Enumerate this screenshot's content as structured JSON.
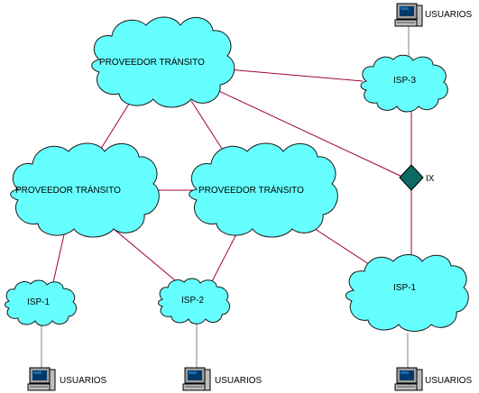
{
  "nodes": {
    "transit_top": {
      "label": "PROVEEDOR TRÁNSITO"
    },
    "transit_left": {
      "label": "PROVEEDOR TRÁNSITO"
    },
    "transit_center": {
      "label": "PROVEEDOR TRÁNSITO"
    },
    "isp_3": {
      "label": "ISP-3"
    },
    "isp_1_left": {
      "label": "ISP-1"
    },
    "isp_2": {
      "label": "ISP-2"
    },
    "isp_1_right": {
      "label": "ISP-1"
    },
    "ix": {
      "label": "IX"
    }
  },
  "users": {
    "top_right": {
      "label": "USUARIOS"
    },
    "bottom_left": {
      "label": "USUARIOS"
    },
    "bottom_center": {
      "label": "USUARIOS"
    },
    "bottom_right": {
      "label": "USUARIOS"
    }
  },
  "colors": {
    "cloud_fill": "#66ffff",
    "link": "#a0004a",
    "ix_fill": "#0b6b63"
  },
  "icons": {
    "user_computer": "computer-icon",
    "exchange_point": "diamond-icon"
  }
}
